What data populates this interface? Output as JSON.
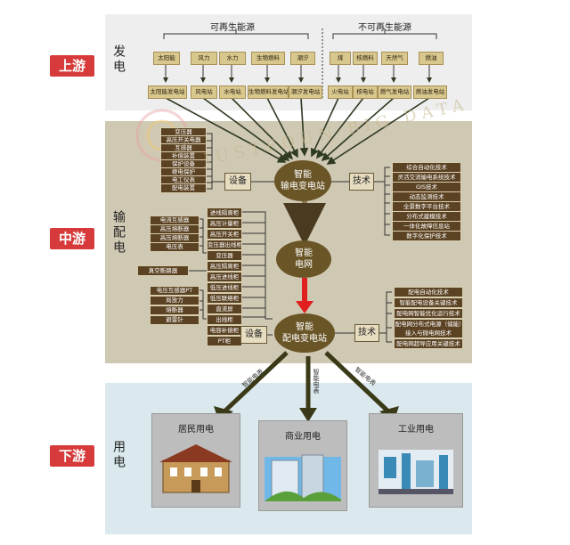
{
  "stages": {
    "upstream": {
      "tag": "上游",
      "label": "发电"
    },
    "midstream": {
      "tag": "中游",
      "label": "输配电"
    },
    "downstream": {
      "tag": "下游",
      "label": "用电"
    }
  },
  "generation": {
    "renewable_title": "可再生能源",
    "nonrenewable_title": "不可再生能源",
    "sources": [
      "太阳能",
      "风力",
      "水力",
      "生物燃料",
      "潮汐",
      "煤",
      "核燃料",
      "天然气",
      "燃油"
    ],
    "plants": [
      "太阳能发电站",
      "风电站",
      "水电站",
      "生物燃料发电站",
      "潮汐发电站",
      "火电站",
      "核电站",
      "燃气发电站",
      "燃油发电站"
    ]
  },
  "transmission": {
    "node_line1": "智能",
    "node_line2": "输电变电站",
    "equipment_label": "设备",
    "tech_label": "技术",
    "equipment": [
      "变压器",
      "高压开关电器",
      "互感器",
      "补偿装置",
      "保护设备",
      "继电保护",
      "电工仪表",
      "配电装置"
    ],
    "tech": [
      "综合自动化技术",
      "灵活交流输电系统技术",
      "GIS技术",
      "动态监测技术",
      "全景数字平台技术",
      "分布式建模技术",
      "一体化故障信息站",
      "数字化保护技术"
    ]
  },
  "grid": {
    "line1": "智能",
    "line2": "电网"
  },
  "distribution": {
    "node_line1": "智能",
    "node_line2": "配电变电站",
    "equipment_label": "设备",
    "tech_label": "技术",
    "col_right_upper": [
      "进线隔离柜",
      "高压计量柜",
      "高压开关柜",
      "变压器出线柜",
      "变压器",
      "高压隔离柜",
      "高压进线柜",
      "低压进线柜"
    ],
    "col_left_upper": [
      "电流互感器",
      "高压熔断器",
      "高压熔断器",
      "电压表"
    ],
    "col_right_lower": [
      "低压联络柜",
      "直流屏",
      "出线柜",
      "电容补偿柜",
      "PT柜"
    ],
    "col_left_lower": [
      "真空断路器",
      "电压互感器PT",
      "局放力",
      "熔断器",
      "避雷针"
    ],
    "tech": [
      "配电自动化技术",
      "智能配电设备关键技术",
      "配电网智能优化运行技术",
      "配电网分布式电源（储能）接入与微电网技术",
      "配电网超导应用关键技术"
    ]
  },
  "consumption": {
    "meter_label": "智能电表",
    "categories": [
      "居民用电",
      "商业用电",
      "工业用电"
    ]
  },
  "watermark": "JUSTFOUN BIG DATA"
}
